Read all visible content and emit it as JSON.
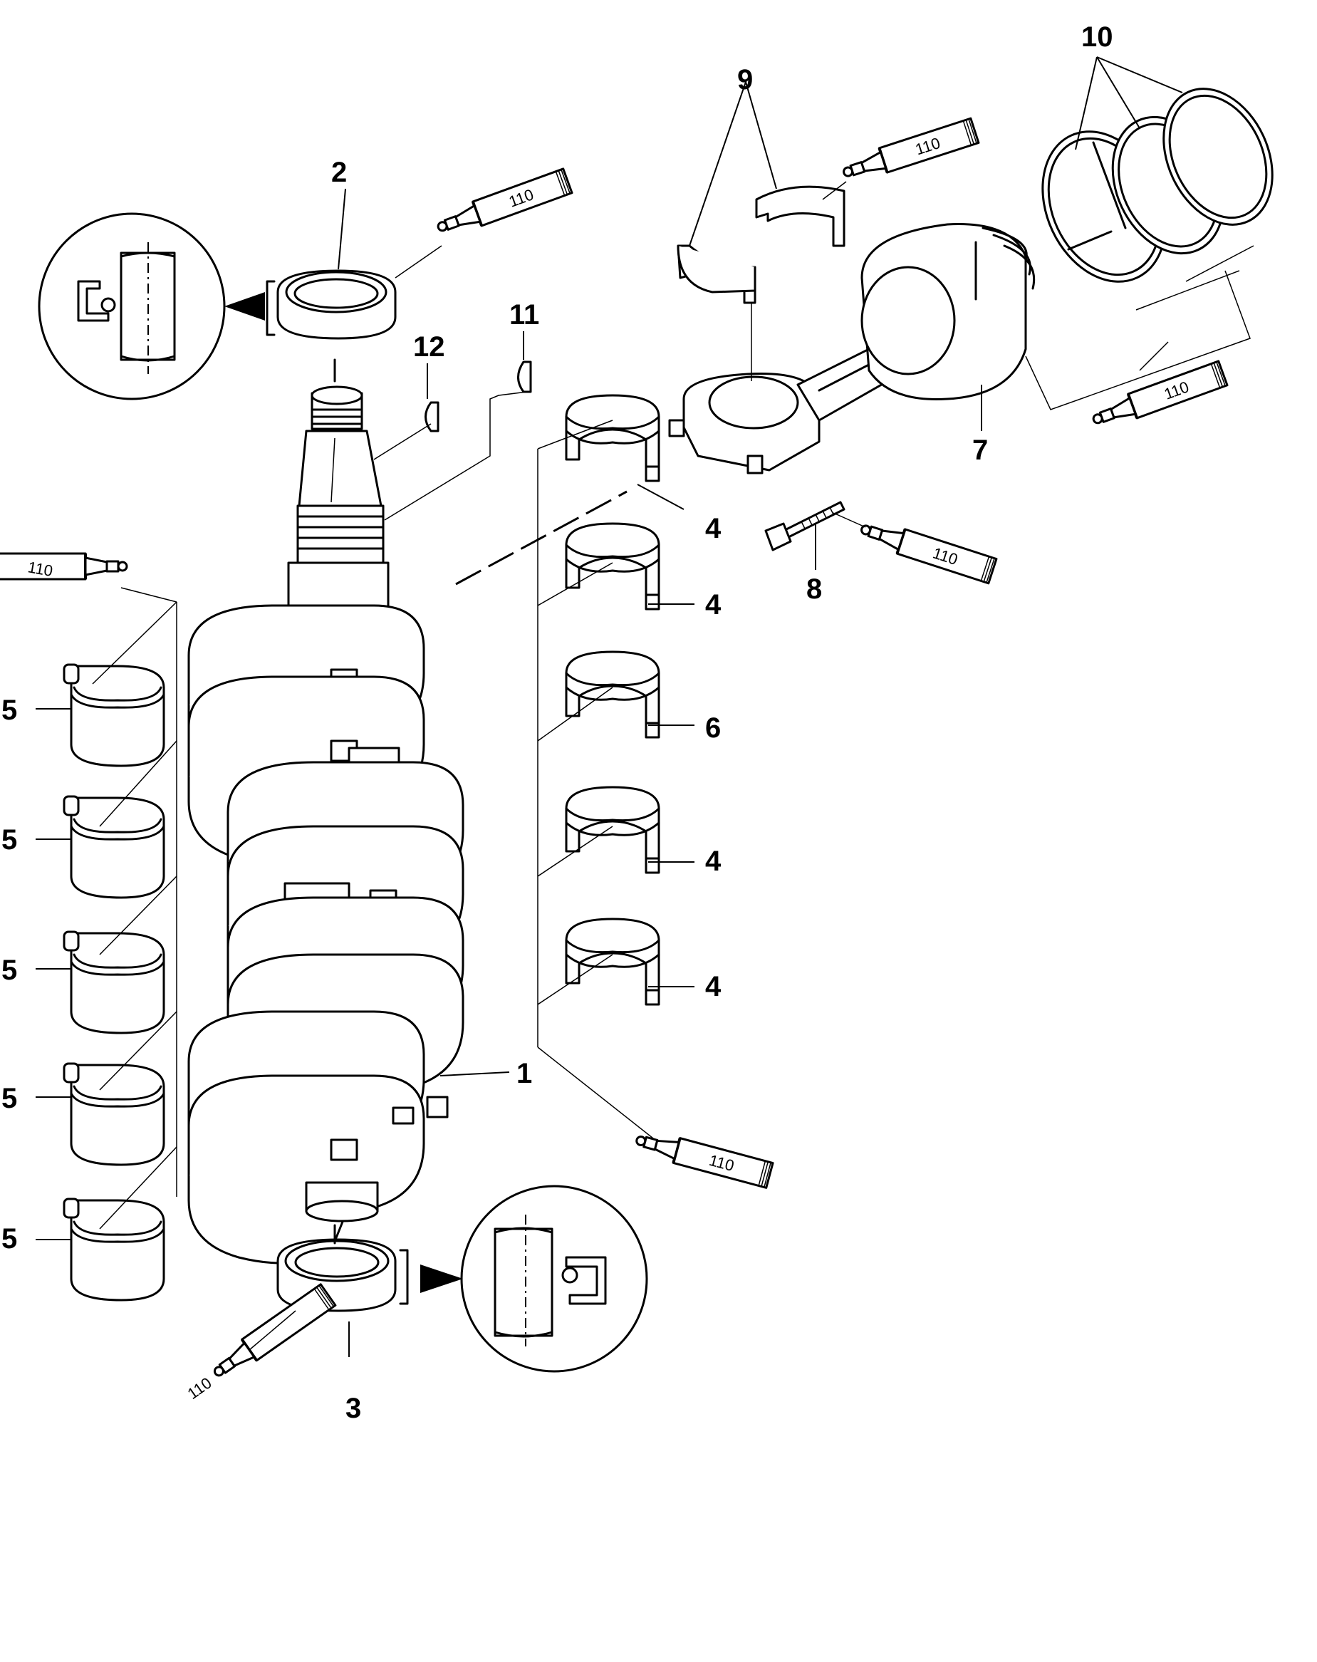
{
  "callouts": {
    "c1": "1",
    "c2": "2",
    "c3": "3",
    "c4": "4",
    "c5": "5",
    "c6": "6",
    "c7": "7",
    "c8": "8",
    "c9": "9",
    "c10": "10",
    "c11": "11",
    "c12": "12"
  },
  "lubricant_code": "110"
}
